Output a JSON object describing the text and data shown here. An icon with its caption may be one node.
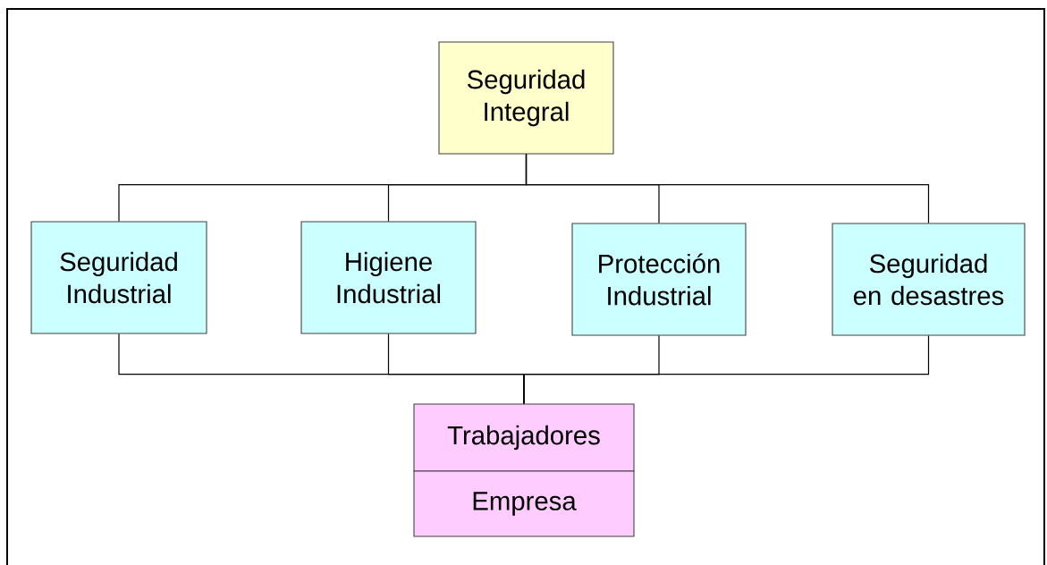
{
  "diagram": {
    "nodes": [
      {
        "text": [
          "Seguridad Integral"
        ]
      },
      {
        "text": [
          "Seguridad Industrial"
        ]
      },
      {
        "text": [
          "Higiene Industrial"
        ]
      },
      {
        "text": [
          "Protección Industrial"
        ]
      },
      {
        "text": [
          "Seguridad en desastres"
        ]
      },
      {
        "text": [
          "Trabajadores"
        ]
      },
      {
        "text": [
          "Empresa"
        ]
      }
    ],
    "edges": [
      {
        "from": 0,
        "to": 1,
        "arrow": "none"
      },
      {
        "from": 0,
        "to": 2,
        "arrow": "none"
      },
      {
        "from": 0,
        "to": 3,
        "arrow": "none"
      },
      {
        "from": 0,
        "to": 4,
        "arrow": "none"
      },
      {
        "from": 1,
        "to": 5,
        "arrow": "none"
      },
      {
        "from": 2,
        "to": 5,
        "arrow": "none"
      },
      {
        "from": 3,
        "to": 5,
        "arrow": "none"
      },
      {
        "from": 4,
        "to": 5,
        "arrow": "none"
      }
    ]
  }
}
